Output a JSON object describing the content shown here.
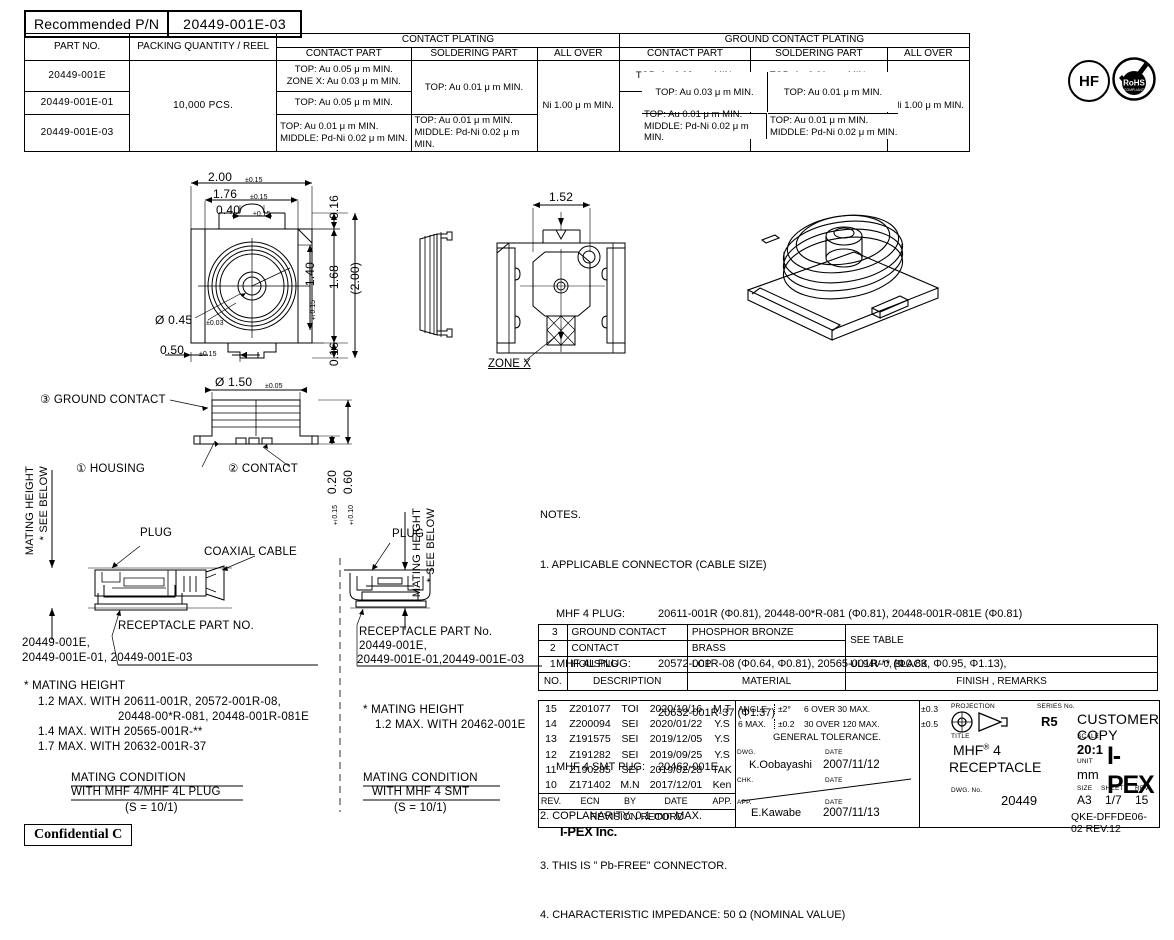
{
  "recommended": {
    "label": "Recommended P/N",
    "value": "20449-001E-03"
  },
  "plating_table": {
    "headers": {
      "part_no": "PART NO.",
      "packing": "PACKING QUANTITY / REEL",
      "contact_plating": "CONTACT PLATING",
      "ground_contact_plating": "GROUND CONTACT PLATING",
      "contact_part": "CONTACT PART",
      "soldering_part": "SOLDERING PART",
      "all_over": "ALL OVER"
    },
    "packing_value": "10,000 PCS.",
    "rows": [
      {
        "part_no": "20449-001E",
        "contact_part": "TOP: Au 0.05 μ m MIN.\nZONE X: Au 0.03 μ m MIN.",
        "soldering_part": "TOP: Au 0.01 μ m MIN.",
        "gnd_contact_part": "TOP: Au 0.03 μ m MIN.",
        "gnd_soldering_part": "TOP: Au 0.01 μ m MIN."
      },
      {
        "part_no": "20449-001E-01",
        "contact_part": "TOP: Au 0.05 μ m MIN.",
        "soldering_part": "TOP: Au 0.01 μ m MIN.",
        "gnd_contact_part": "TOP: Au 0.03 μ m MIN.",
        "gnd_soldering_part": "TOP: Au 0.01 μ m MIN."
      },
      {
        "part_no": "20449-001E-03",
        "contact_part": "TOP: Au 0.01 μ m MIN.\nMIDDLE: Pd-Ni 0.02 μ m MIN.",
        "soldering_part": "TOP: Au 0.01 μ m MIN.\nMIDDLE: Pd-Ni 0.02 μ m MIN.",
        "gnd_contact_part": "TOP: Au 0.01 μ m MIN.\nMIDDLE: Pd-Ni 0.02 μ m MIN.",
        "gnd_soldering_part": "TOP: Au 0.01 μ m MIN.\nMIDDLE: Pd-Ni 0.02 μ m MIN."
      }
    ],
    "all_over_contact": "Ni 1.00 μ m MIN.",
    "all_over_ground": "Ni 1.00 μ m MIN."
  },
  "badges": {
    "hf": "HF",
    "rohs": "RoHS"
  },
  "top_view_dims": {
    "w_outer": "2.00",
    "w_outer_tol": "±0.15",
    "w_inner": "1.76",
    "w_inner_tol": "±0.15",
    "w_notch": "0.40",
    "w_notch_tol": "±0.15",
    "h_016_top": "0.16",
    "h_016_bot": "0.16",
    "h_140": "1.40",
    "h_140_tol": "±0.15",
    "h_168": "1.68",
    "h_200_ref": "(2.00)",
    "d_045": "Ø 0.45",
    "d_045_tol": "±0.03",
    "w_050": "0.50",
    "w_050_tol": "±0.15"
  },
  "bottom_view_dims": {
    "w_152": "1.52",
    "zone_x": "ZONE X"
  },
  "side_view": {
    "d_150": "Ø 1.50",
    "d_150_tol": "±0.05",
    "h_020": "0.20",
    "h_020_tol": "±0.15",
    "h_060": "0.60",
    "h_060_tol": "±0.10",
    "ground_contact": "③ GROUND CONTACT",
    "housing": "① HOUSING",
    "contact": "② CONTACT"
  },
  "mating_left": {
    "mating_height_vert": "MATING HEIGHT",
    "see_below_vert": "* SEE BELOW",
    "plug": "PLUG",
    "coaxial_cable": "COAXIAL CABLE",
    "receptacle_title": "RECEPTACLE PART NO.",
    "receptacle_line1": "20449-001E,",
    "receptacle_line2": "20449-001E-01, 20449-001E-03",
    "mating_height_title": "* MATING HEIGHT",
    "mh_line1": "1.2 MAX. WITH 20611-001R, 20572-001R-08,",
    "mh_line2": "20448-00*R-081, 20448-001R-081E",
    "mh_line3": "1.4 MAX. WITH 20565-001R-**",
    "mh_line4": "1.7 MAX. WITH 20632-001R-37",
    "condition1": "MATING CONDITION",
    "condition2": "WITH MHF 4/MHF 4L PLUG",
    "scale": "(S = 10/1)"
  },
  "mating_right": {
    "mating_height_vert": "MATING HEIGHT",
    "see_below_vert": "* SEE BELOW",
    "plug": "PLUG",
    "receptacle_title": "RECEPTACLE PART No.",
    "receptacle_line1": "20449-001E,",
    "receptacle_line2": "20449-001E-01,20449-001E-03",
    "mating_height_title": "* MATING HEIGHT",
    "mh_line1": "1.2 MAX. WITH 20462-001E",
    "condition1": "MATING CONDITION",
    "condition2": "WITH MHF 4 SMT",
    "scale": "(S = 10/1)"
  },
  "notes": {
    "title": "NOTES.",
    "n1": "1. APPLICABLE CONNECTOR (CABLE SIZE)",
    "n1a_label": "MHF 4 PLUG:",
    "n1a_value": "20611-001R (Φ0.81), 20448-00*R-081 (Φ0.81), 20448-001R-081E (Φ0.81)",
    "n1b_label": "MHF 4L PLUG:",
    "n1b_value": "20572-001R-08 (Φ0.64, Φ0.81), 20565-001R-** (Φ0.83, Φ0.95, Φ1.13),",
    "n1b_value2": "20632-001R-37 (Φ1.37)",
    "n1c_label": "MHF 4 SMT PUG:",
    "n1c_value": "20462-001E",
    "n2": "2. COPLANARITY: 0.1 mm MAX.",
    "n3": "3. THIS IS ” Pb-FREE” CONNECTOR.",
    "n4": "4. CHARACTERISTIC IMPEDANCE: 50 Ω (NOMINAL VALUE)"
  },
  "material_table": {
    "headers": {
      "no": "NO.",
      "description": "DESCRIPTION",
      "material": "MATERIAL",
      "finish": "FINISH , REMARKS"
    },
    "rows": [
      {
        "no": "3",
        "description": "GROUND CONTACT",
        "material": "PHOSPHOR BRONZE",
        "finish": "SEE TABLE"
      },
      {
        "no": "2",
        "description": "CONTACT",
        "material": "BRASS",
        "finish": ""
      },
      {
        "no": "1",
        "description": "HOUSING",
        "material": "LCP",
        "finish": "UL94V-0, BLACK"
      }
    ]
  },
  "revision": {
    "headers": {
      "rev": "REV.",
      "ecn": "ECN",
      "by": "BY",
      "date": "DATE",
      "app": "APP."
    },
    "title": "REVISION RECORD",
    "rows": [
      {
        "rev": "15",
        "ecn": "Z201077",
        "by": "TOI",
        "date": "2020/10/16",
        "app": "M.T"
      },
      {
        "rev": "14",
        "ecn": "Z200094",
        "by": "SEI",
        "date": "2020/01/22",
        "app": "Y.S"
      },
      {
        "rev": "13",
        "ecn": "Z191575",
        "by": "SEI",
        "date": "2019/12/05",
        "app": "Y.S"
      },
      {
        "rev": "12",
        "ecn": "Z191282",
        "by": "SEI",
        "date": "2019/09/25",
        "app": "Y.S"
      },
      {
        "rev": "11",
        "ecn": "Z190285",
        "by": "SEI",
        "date": "2019/02/28",
        "app": "TAK"
      },
      {
        "rev": "10",
        "ecn": "Z171402",
        "by": "M.N",
        "date": "2017/12/01",
        "app": "Ken"
      }
    ]
  },
  "tolerance": {
    "angle_label": "ANGLE",
    "angle_value": "±2°",
    "r1_range": "6 OVER 30 MAX.",
    "r1_tol": "±0.3",
    "max_label": "6 MAX.",
    "max_value": "±0.2",
    "r2_range": "30 OVER 120 MAX.",
    "r2_tol": "±0.5",
    "title": "GENERAL TOLERANCE.",
    "dwg_label": "DWG.",
    "dwg_name": "K.Oobayashi",
    "dwg_date_label": "DATE",
    "dwg_date": "2007/11/12",
    "chk_label": "CHK.",
    "chk_date_label": "DATE",
    "app_label": "APP.",
    "app_name": "E.Kawabe",
    "app_date_label": "DATE",
    "app_date": "2007/11/13"
  },
  "title_block": {
    "projection_label": "PROJECTION",
    "series_label": "SERIES No.",
    "series_value": "R5",
    "customer_copy": "CUSTOMER COPY",
    "title_label": "TITLE",
    "title_line1": "MHF",
    "title_sup": "®",
    "title_line1b": "4",
    "title_line2": "RECEPTACLE",
    "scale_label": "SCALE",
    "scale_value": "20:1",
    "unit_label": "UNIT",
    "unit_value": "mm",
    "dwg_no_label": "DWG. No.",
    "dwg_no_value": "20449",
    "size_label": "SIZE",
    "size_value": "A3",
    "sheet_label": "SHEET",
    "sheet_value": "1/7",
    "rev_label": "REV",
    "rev_value": "15",
    "brand": "I-PEX",
    "doc_code": "QKE-DFFDE06-02 REV.12"
  },
  "footer": {
    "confidential": "Confidential C",
    "company": "I-PEX Inc."
  }
}
